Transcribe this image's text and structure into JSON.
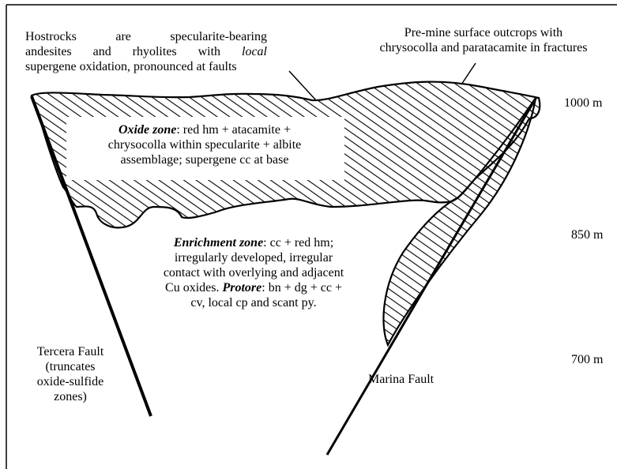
{
  "hostrocks_note": {
    "line1": "Hostrocks are specularite-bearing",
    "line2": "andesites and rhyolites with",
    "line2_italic": "local",
    "line3": "supergene oxidation, pronounced at faults"
  },
  "surface_note": {
    "line1": "Pre-mine surface outcrops with",
    "line2": "chrysocolla and paratacamite in fractures"
  },
  "oxide_zone": {
    "title": "Oxide zone",
    "line1_rest": ": red hm + atacamite +",
    "line2": "chrysocolla within specularite + albite",
    "line3": "assemblage; supergene cc at base"
  },
  "enrichment_zone": {
    "title": "Enrichment zone",
    "line1_rest": ": cc + red hm;",
    "line2": "irregularly developed, irregular",
    "line3": "contact with overlying and adjacent",
    "line4_start": "Cu oxides. ",
    "protore_title": "Protore",
    "line4_rest": ": bn + dg + cc +",
    "line5": "cv, local cp and scant py."
  },
  "tercera_fault": {
    "line1": "Tercera Fault",
    "line2": "(truncates",
    "line3": "oxide-sulfide",
    "line4": "zones)"
  },
  "marina_fault": {
    "label": "Marina Fault"
  },
  "elevations": [
    "1000 m",
    "850 m",
    "700 m"
  ],
  "colors": {
    "line": "#000000",
    "hatch": "#000000",
    "background": "#ffffff"
  }
}
